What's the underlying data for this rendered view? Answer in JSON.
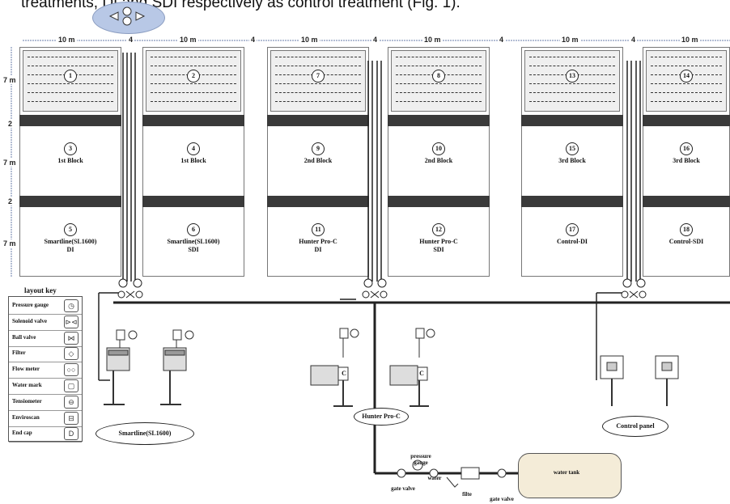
{
  "caption": "treatments, DI and SDI respectively as control treatment (Fig. 1).",
  "dims": {
    "plot_width": "10 m",
    "gap": "4",
    "row_height": "7 m",
    "buffer": "2"
  },
  "plots": [
    {
      "num": "1"
    },
    {
      "num": "2"
    },
    {
      "num": "7"
    },
    {
      "num": "8"
    },
    {
      "num": "13"
    },
    {
      "num": "14"
    }
  ],
  "blocks": [
    {
      "num": "3",
      "label": "1st Block"
    },
    {
      "num": "4",
      "label": "1st Block"
    },
    {
      "num": "9",
      "label": "2nd Block"
    },
    {
      "num": "10",
      "label": "2nd Block"
    },
    {
      "num": "15",
      "label": "3rd Block"
    },
    {
      "num": "16",
      "label": "3rd Block"
    }
  ],
  "treatments": [
    {
      "num": "5",
      "l1": "Smartline(SL1600)",
      "l2": "DI"
    },
    {
      "num": "6",
      "l1": "Smartline(SL1600)",
      "l2": "SDI"
    },
    {
      "num": "11",
      "l1": "Hunter Pro-C",
      "l2": "DI"
    },
    {
      "num": "12",
      "l1": "Hunter Pro-C",
      "l2": "SDI"
    },
    {
      "num": "17",
      "l1": "Control-DI",
      "l2": ""
    },
    {
      "num": "18",
      "l1": "Control-SDI",
      "l2": ""
    }
  ],
  "layout_key": {
    "title": "layout key",
    "items": [
      {
        "label": "Pressure gauge",
        "icon": "pressure-gauge-icon",
        "glyph": "◷"
      },
      {
        "label": "Solenoid valve",
        "icon": "solenoid-valve-icon",
        "glyph": "⊳⊲"
      },
      {
        "label": "Ball valve",
        "icon": "ball-valve-icon",
        "glyph": "⋈"
      },
      {
        "label": "Filter",
        "icon": "filter-icon",
        "glyph": "◇"
      },
      {
        "label": "Flow meter",
        "icon": "flow-meter-icon",
        "glyph": "○○"
      },
      {
        "label": "Water mark",
        "icon": "water-mark-icon",
        "glyph": "▢"
      },
      {
        "label": "Tensiometer",
        "icon": "tensiometer-icon",
        "glyph": "⊖"
      },
      {
        "label": "Enviroscan",
        "icon": "enviroscan-icon",
        "glyph": "⊟"
      },
      {
        "label": "End cap",
        "icon": "end-cap-icon",
        "glyph": "D"
      }
    ]
  },
  "controllers": {
    "smartline": "Smartline(SL1600)",
    "hunter": "Hunter Pro-C",
    "control_panel": "Control panel",
    "controller_tag": "C"
  },
  "supply": {
    "pressure_gauge": "pressure gauge",
    "water": "water",
    "gate_valve_1": "gate valve",
    "filter": "filte",
    "gate_valve_2": "gate valve",
    "tank": "water tank"
  }
}
